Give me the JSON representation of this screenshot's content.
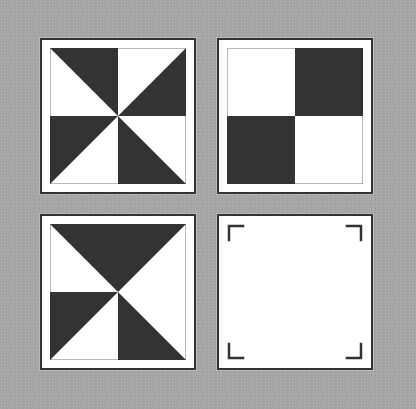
{
  "puzzle": {
    "colors": {
      "background": "#a6a6a6",
      "card": "#ffffff",
      "border": "#333333",
      "dark_fill": "#333333",
      "light_fill": "#ffffff"
    },
    "tiles": [
      {
        "pattern": "pinwheel-a",
        "state": "filled"
      },
      {
        "pattern": "checkerboard-2x2",
        "state": "filled"
      },
      {
        "pattern": "pinwheel-b",
        "state": "filled"
      },
      {
        "pattern": "empty-answer-slot",
        "state": "empty",
        "icon": "corner-brackets-icon"
      }
    ]
  }
}
